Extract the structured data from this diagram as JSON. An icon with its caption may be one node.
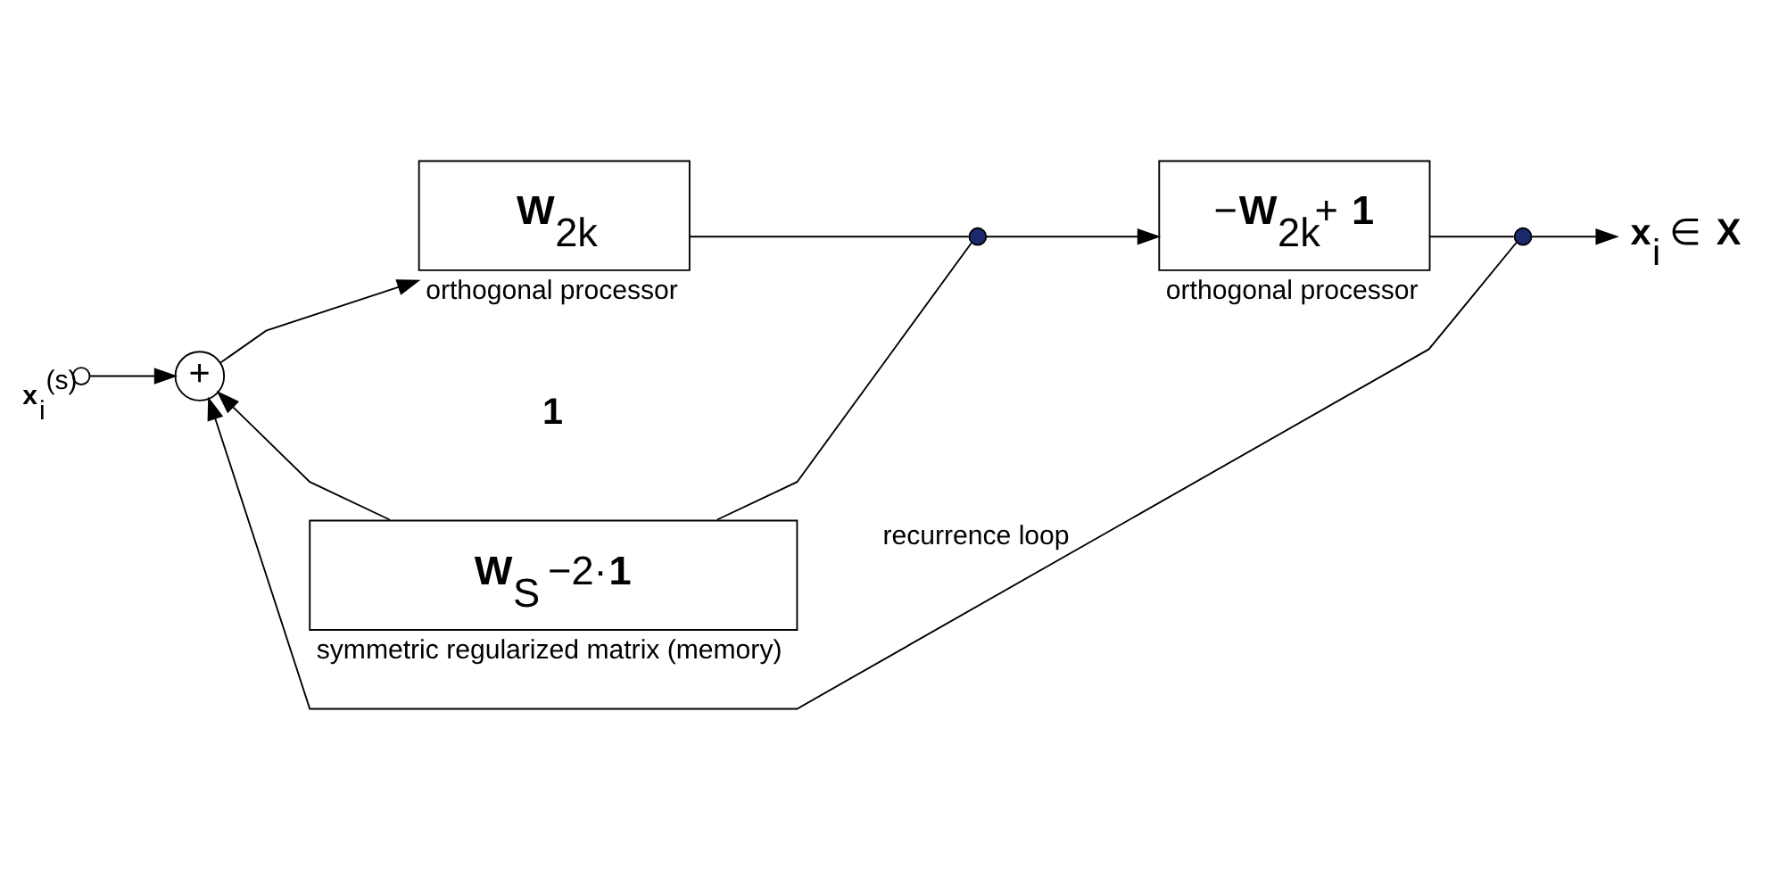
{
  "diagram": {
    "nodes": [
      {
        "text": [],
        "shape": "circle",
        "beside": [
          "**x**$_{i}$$^{(s)}$"
        ]
      },
      {
        "text": [
          "+"
        ]
      },
      {
        "text": [
          "**W**$_{S}$ −2·**1**"
        ],
        "beside": [
          "symmetric regularized matrix (memory)"
        ]
      },
      {
        "text": [
          "**W**$_{2k}$"
        ],
        "beside": [
          "orthogonal processor"
        ]
      },
      {
        "text": [],
        "shape": "circle"
      },
      {
        "text": [
          "−**W**$_{2k}$+ **1**"
        ],
        "beside": [
          "orthogonal processor"
        ]
      },
      {
        "text": [],
        "shape": "circle"
      },
      {
        "text": [
          "**x**$_{i}$ ∈ **X**"
        ]
      }
    ],
    "edges": [
      {
        "from": 0,
        "to": 1,
        "arrow": "to"
      },
      {
        "from": 1,
        "to": 3,
        "arrow": "to"
      },
      {
        "from": 3,
        "to": 4,
        "arrow": "none"
      },
      {
        "from": 4,
        "to": 5,
        "arrow": "to"
      },
      {
        "from": 5,
        "to": 6,
        "arrow": "none"
      },
      {
        "from": 6,
        "to": 7,
        "arrow": "to"
      },
      {
        "from": 4,
        "to": 2,
        "arrow": "none"
      },
      {
        "from": 2,
        "to": 1,
        "arrow": "to"
      },
      {
        "from": 6,
        "to": 1,
        "arrow": "to",
        "label": "recurrence loop"
      }
    ],
    "labels": [
      "1"
    ]
  }
}
